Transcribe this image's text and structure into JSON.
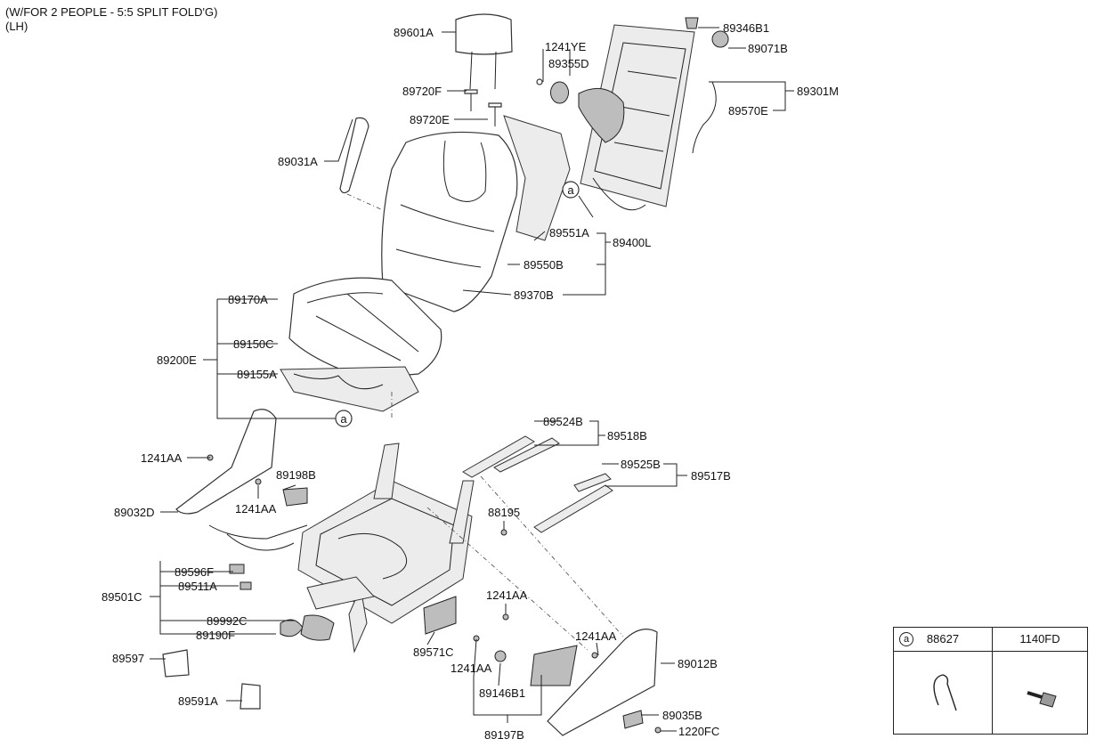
{
  "header": {
    "line1": "(W/FOR 2 PEOPLE - 5:5 SPLIT FOLD'G)",
    "line2": "(LH)"
  },
  "callouts": [
    {
      "id": "p89601A",
      "text": "89601A"
    },
    {
      "id": "p1241YE",
      "text": "1241YE"
    },
    {
      "id": "p89355D",
      "text": "89355D"
    },
    {
      "id": "p89346B1",
      "text": "89346B1"
    },
    {
      "id": "p89071B",
      "text": "89071B"
    },
    {
      "id": "p89301M",
      "text": "89301M"
    },
    {
      "id": "p89570E",
      "text": "89570E"
    },
    {
      "id": "p89720F",
      "text": "89720F"
    },
    {
      "id": "p89720E",
      "text": "89720E"
    },
    {
      "id": "p89031A",
      "text": "89031A"
    },
    {
      "id": "p89551A",
      "text": "89551A"
    },
    {
      "id": "p89400L",
      "text": "89400L"
    },
    {
      "id": "p89550B",
      "text": "89550B"
    },
    {
      "id": "p89370B",
      "text": "89370B"
    },
    {
      "id": "p89170A",
      "text": "89170A"
    },
    {
      "id": "p89150C",
      "text": "89150C"
    },
    {
      "id": "p89200E",
      "text": "89200E"
    },
    {
      "id": "p89155A",
      "text": "89155A"
    },
    {
      "id": "p89524B",
      "text": "89524B"
    },
    {
      "id": "p89518B",
      "text": "89518B"
    },
    {
      "id": "p1241AA_a",
      "text": "1241AA"
    },
    {
      "id": "p89198B",
      "text": "89198B"
    },
    {
      "id": "p89525B",
      "text": "89525B"
    },
    {
      "id": "p89517B",
      "text": "89517B"
    },
    {
      "id": "p89032D",
      "text": "89032D"
    },
    {
      "id": "p1241AA_b",
      "text": "1241AA"
    },
    {
      "id": "p88195",
      "text": "88195"
    },
    {
      "id": "p89596F",
      "text": "89596F"
    },
    {
      "id": "p89511A",
      "text": "89511A"
    },
    {
      "id": "p89501C",
      "text": "89501C"
    },
    {
      "id": "p1241AA_c",
      "text": "1241AA"
    },
    {
      "id": "p89992C",
      "text": "89992C"
    },
    {
      "id": "p89190F",
      "text": "89190F"
    },
    {
      "id": "p1241AA_d",
      "text": "1241AA"
    },
    {
      "id": "p89571C",
      "text": "89571C"
    },
    {
      "id": "p89012B",
      "text": "89012B"
    },
    {
      "id": "p89597",
      "text": "89597"
    },
    {
      "id": "p1241AA_e",
      "text": "1241AA"
    },
    {
      "id": "p89146B1",
      "text": "89146B1"
    },
    {
      "id": "p89591A",
      "text": "89591A"
    },
    {
      "id": "p89035B",
      "text": "89035B"
    },
    {
      "id": "p89197B",
      "text": "89197B"
    },
    {
      "id": "p1220FC",
      "text": "1220FC"
    }
  ],
  "ref_marker": "a",
  "table": {
    "marker": "a",
    "col1": "88627",
    "col2": "1140FD"
  }
}
